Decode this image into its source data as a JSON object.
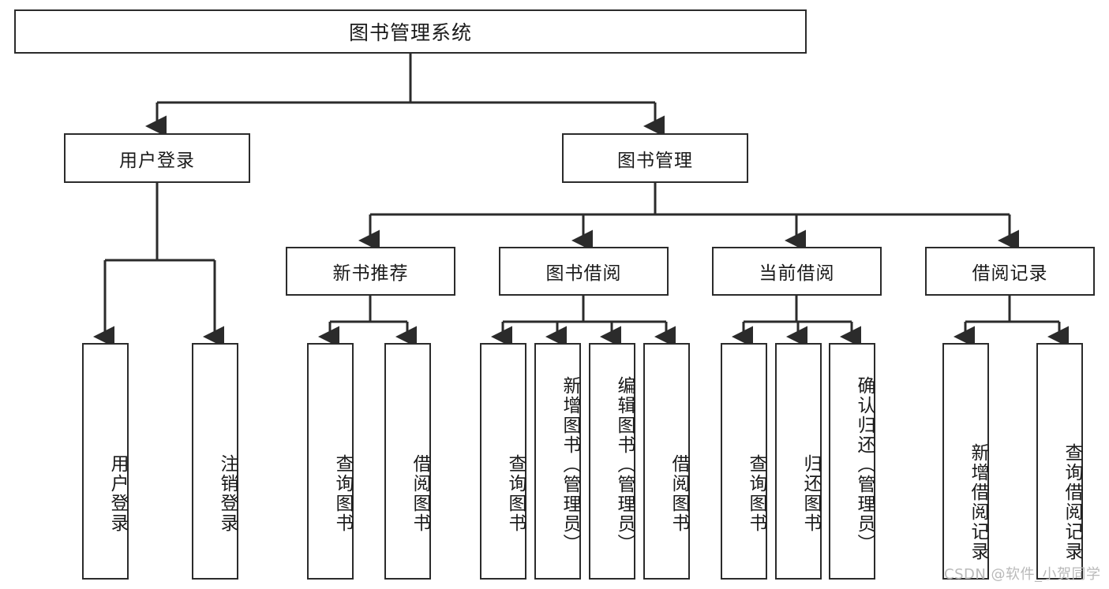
{
  "diagram": {
    "title": "图书管理系统",
    "type": "hierarchy-tree",
    "watermark": "CSDN @软件_小贺同学",
    "colors": {
      "box_border": "#2b2b2b",
      "box_fill": "#ffffff",
      "edge": "#2b2b2b",
      "text": "#1a1a1a",
      "watermark": "#b9b9b9"
    },
    "levels": {
      "root": {
        "label": "图书管理系统"
      },
      "modules": [
        {
          "label": "用户登录"
        },
        {
          "label": "图书管理"
        }
      ],
      "submodules": [
        {
          "label": "新书推荐"
        },
        {
          "label": "图书借阅"
        },
        {
          "label": "当前借阅"
        },
        {
          "label": "借阅记录"
        }
      ],
      "leaves": {
        "user_login": [
          {
            "label": "用户登录"
          },
          {
            "label": "注销登录"
          }
        ],
        "new_book_recommend": [
          {
            "label": "查询图书"
          },
          {
            "label": "借阅图书"
          }
        ],
        "book_borrow": [
          {
            "label": "查询图书"
          },
          {
            "label": "新增图书（管理员）"
          },
          {
            "label": "编辑图书（管理员）"
          },
          {
            "label": "借阅图书"
          }
        ],
        "current_borrow": [
          {
            "label": "查询图书"
          },
          {
            "label": "归还图书"
          },
          {
            "label": "确认归还（管理员）"
          }
        ],
        "borrow_record": [
          {
            "label": "新增借阅记录"
          },
          {
            "label": "查询借阅记录"
          }
        ]
      }
    }
  }
}
